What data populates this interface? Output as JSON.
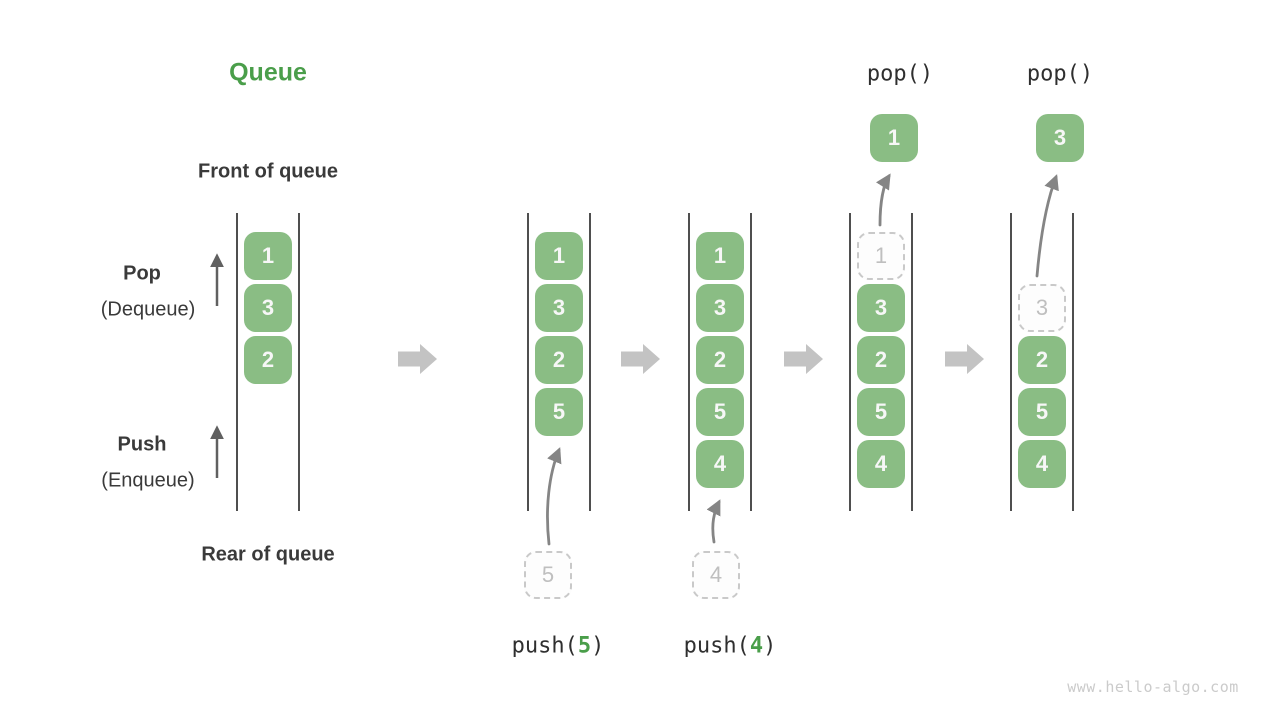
{
  "title": "Queue",
  "labels": {
    "front_of_queue": "Front of queue",
    "rear_of_queue": "Rear of queue",
    "pop": "Pop",
    "dequeue": "(Dequeue)",
    "push": "Push",
    "enqueue": "(Enqueue)"
  },
  "watermark": "www.hello-algo.com",
  "colors": {
    "accent_green": "#4A9E4A",
    "box_green": "#8ABD84",
    "box_text": "#F7F7F7",
    "dashed_border": "#C9C9C9",
    "dashed_text": "#BFBFBF",
    "line": "#4F4F4F",
    "label_text": "#3A3A3A",
    "code_text": "#2F2F2F",
    "block_arrow": "#C3C3C3",
    "curve_arrow": "#858585",
    "up_arrow": "#606060",
    "watermark_text": "#CBCBCB"
  },
  "states": [
    {
      "name": "queue-initial",
      "slots": [
        {
          "value": "1",
          "style": "solid"
        },
        {
          "value": "3",
          "style": "solid"
        },
        {
          "value": "2",
          "style": "solid"
        }
      ]
    },
    {
      "name": "queue-after-push-5",
      "operation": {
        "kind": "push",
        "pre": "push(",
        "arg": "5",
        "post": ")"
      },
      "incoming_value": "5",
      "slots": [
        {
          "value": "1",
          "style": "solid"
        },
        {
          "value": "3",
          "style": "solid"
        },
        {
          "value": "2",
          "style": "solid"
        },
        {
          "value": "5",
          "style": "solid"
        }
      ]
    },
    {
      "name": "queue-after-push-4",
      "operation": {
        "kind": "push",
        "pre": "push(",
        "arg": "4",
        "post": ")"
      },
      "incoming_value": "4",
      "slots": [
        {
          "value": "1",
          "style": "solid"
        },
        {
          "value": "3",
          "style": "solid"
        },
        {
          "value": "2",
          "style": "solid"
        },
        {
          "value": "5",
          "style": "solid"
        },
        {
          "value": "4",
          "style": "solid"
        }
      ]
    },
    {
      "name": "queue-pop-1",
      "operation": {
        "kind": "pop",
        "label": "pop()"
      },
      "popped_value": "1",
      "slots": [
        {
          "value": "1",
          "style": "dashed"
        },
        {
          "value": "3",
          "style": "solid"
        },
        {
          "value": "2",
          "style": "solid"
        },
        {
          "value": "5",
          "style": "solid"
        },
        {
          "value": "4",
          "style": "solid"
        }
      ]
    },
    {
      "name": "queue-pop-3",
      "operation": {
        "kind": "pop",
        "label": "pop()"
      },
      "popped_value": "3",
      "slots": [
        {
          "style": "empty"
        },
        {
          "value": "3",
          "style": "dashed"
        },
        {
          "value": "2",
          "style": "solid"
        },
        {
          "value": "5",
          "style": "solid"
        },
        {
          "value": "4",
          "style": "solid"
        }
      ]
    }
  ]
}
